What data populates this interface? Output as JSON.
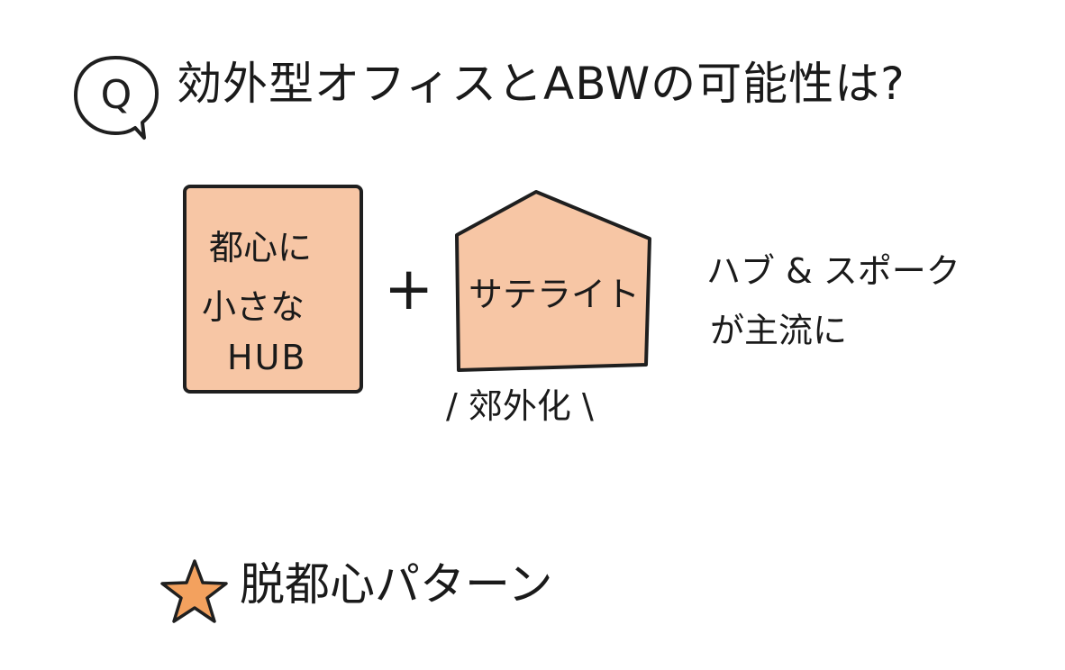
{
  "header": {
    "q_label": "Q",
    "title": "効外型オフィスとABWの可能性は?"
  },
  "hub": {
    "lines": [
      "都心に",
      "小さな",
      "HUB"
    ]
  },
  "plus_sign": "+",
  "satellite": {
    "label": "サテライト",
    "sublabel": "/ 郊外化 \\"
  },
  "hub_spoke": {
    "lines": [
      "ハブ & スポーク",
      "が主流に"
    ]
  },
  "bottom": {
    "text": "脱都心パターン"
  },
  "colors": {
    "fill": "#f7c6a5",
    "outline": "#1f1f1f",
    "star": "#f3a15e"
  }
}
